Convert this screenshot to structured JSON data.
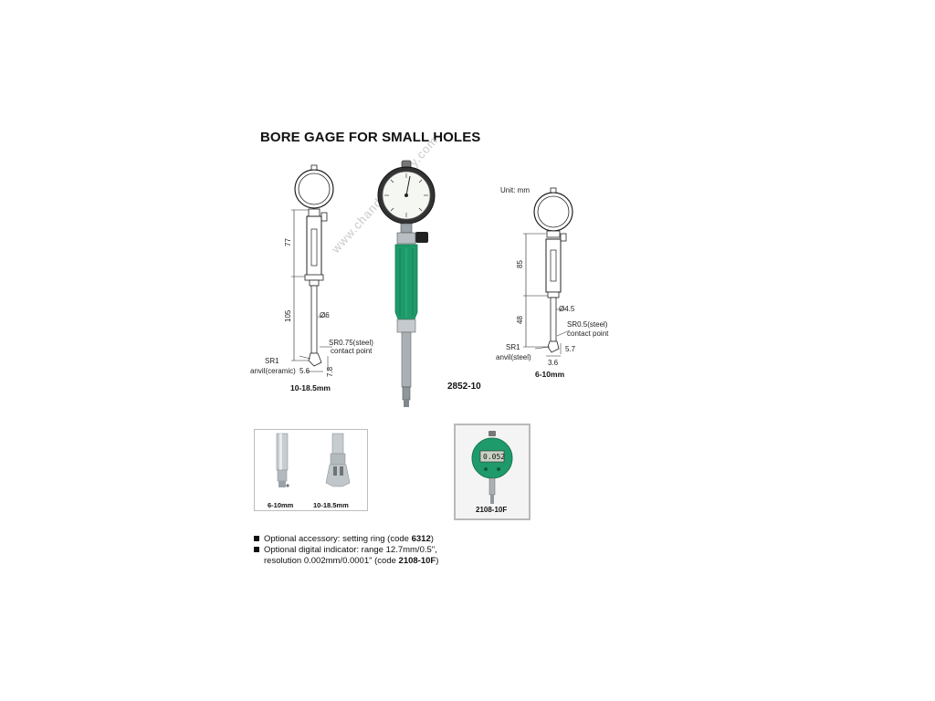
{
  "title": "BORE GAGE FOR SMALL HOLES",
  "watermark": "www.chandcompany.com",
  "left_drawing": {
    "dims": {
      "top": "77",
      "bottom": "105",
      "dia": "Ø6",
      "sr": "SR0.75(steel)",
      "contact": "contact point",
      "sr1": "SR1",
      "anvil": "anvil(ceramic)",
      "w": "5.6",
      "h": "7.8"
    },
    "range": "10-18.5mm"
  },
  "center_gage": {
    "model": "2852-10"
  },
  "right_drawing": {
    "unit": "Unit: mm",
    "dims": {
      "top": "85",
      "bottom": "48",
      "dia": "Ø4.5",
      "sr": "SR0.5(steel)",
      "contact": "contact point",
      "sr1": "SR1",
      "anvil": "anvil(steel)",
      "h": "5.7",
      "w": "3.6"
    },
    "range": "6-10mm"
  },
  "detail_box": {
    "cap1": "6-10mm",
    "cap2": "10-18.5mm"
  },
  "digital_box": {
    "readout": "0.052",
    "model": "2108-10F"
  },
  "notes": {
    "n1_pre": "Optional accessory: setting ring (code ",
    "n1_code": "6312",
    "n1_post": ")",
    "n2_line1": "Optional digital indicator: range 12.7mm/0.5\",",
    "n2_pre": "resolution 0.002mm/0.0001\" (code ",
    "n2_code": "2108-10F",
    "n2_post": ")"
  },
  "colors": {
    "green": "#1f9a6b",
    "green_dark": "#147a52",
    "steel": "#9aa3a8"
  }
}
